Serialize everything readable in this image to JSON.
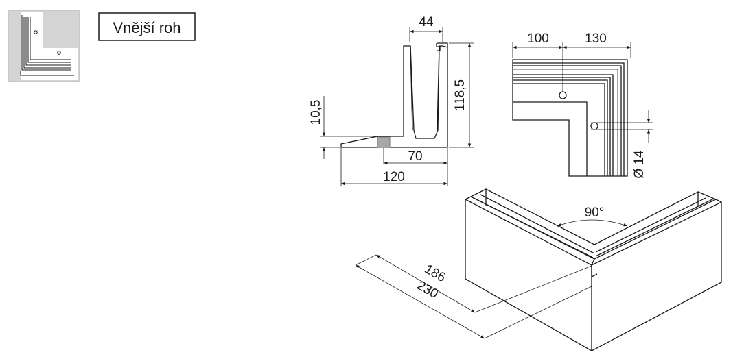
{
  "title": "Vnější roh",
  "profile_section": {
    "dims": {
      "top_width": "44",
      "height": "118,5",
      "base_step": "10,5",
      "inner_width": "70",
      "total_width": "120"
    }
  },
  "top_view": {
    "dims": {
      "left_length": "100",
      "right_length": "130",
      "hole_diameter": "Ø 14"
    }
  },
  "iso_view": {
    "dims": {
      "angle": "90°",
      "inner_length": "186",
      "outer_length": "230"
    }
  },
  "colors": {
    "line": "#1a1a1a",
    "thumb_bg": "#d4d4d4",
    "hatch": "#a8a8a8"
  }
}
